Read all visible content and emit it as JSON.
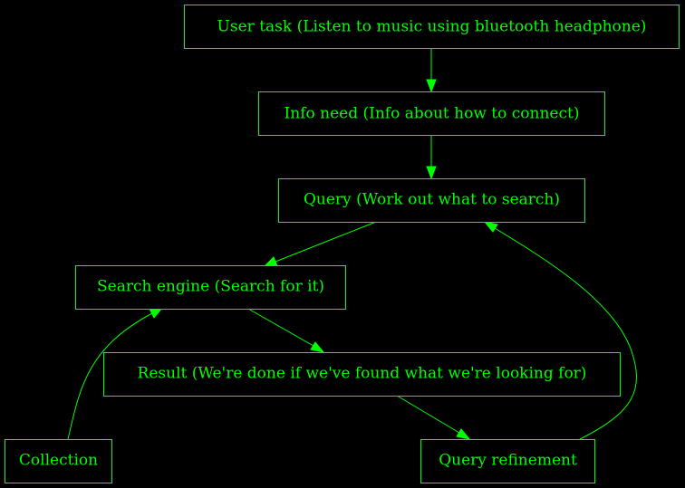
{
  "diagram": {
    "colors": {
      "background": "#000000",
      "stroke": "#00ff00",
      "text": "#00ff00"
    },
    "nodes": {
      "user_task": "User task (Listen to music using bluetooth headphone)",
      "info_need": "Info need (Info about how to connect)",
      "query": "Query (Work out what to search)",
      "search_engine": "Search engine (Search for it)",
      "result": "Result (We're done if we've found what we're looking for)",
      "collection": "Collection",
      "query_refinement": "Query refinement"
    }
  }
}
